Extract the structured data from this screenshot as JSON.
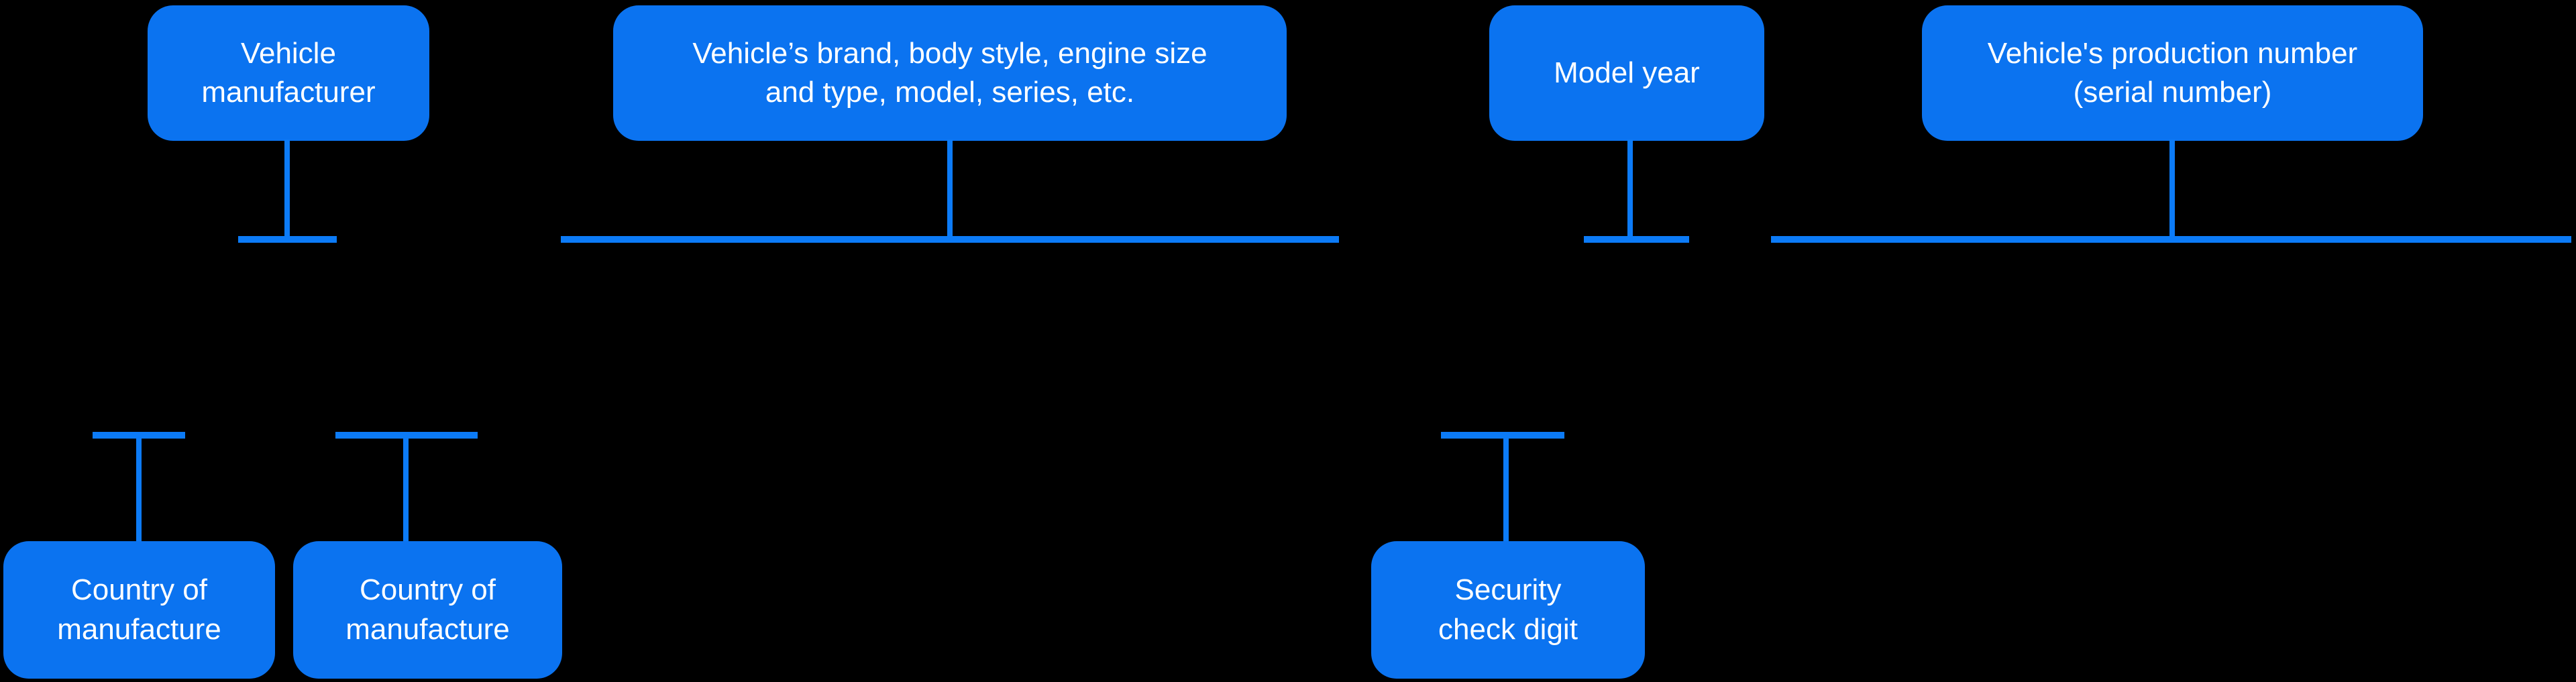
{
  "colors": {
    "background": "#000000",
    "box_fill": "#0b73f0",
    "line": "#0c7bf7",
    "text": "#ffffff"
  },
  "diagram": {
    "description": "VIN structure explanation diagram",
    "top_nodes": [
      {
        "label": "Vehicle\nmanufacturer"
      },
      {
        "label": "Vehicle’s brand, body style, engine size\nand type, model, series, etc."
      },
      {
        "label": "Model year"
      },
      {
        "label": "Vehicle's production number\n(serial number)"
      }
    ],
    "bottom_nodes": [
      {
        "label": "Country of\nmanufacture"
      },
      {
        "label": "Country of\nmanufacture"
      },
      {
        "label": "Security\ncheck digit"
      }
    ]
  }
}
